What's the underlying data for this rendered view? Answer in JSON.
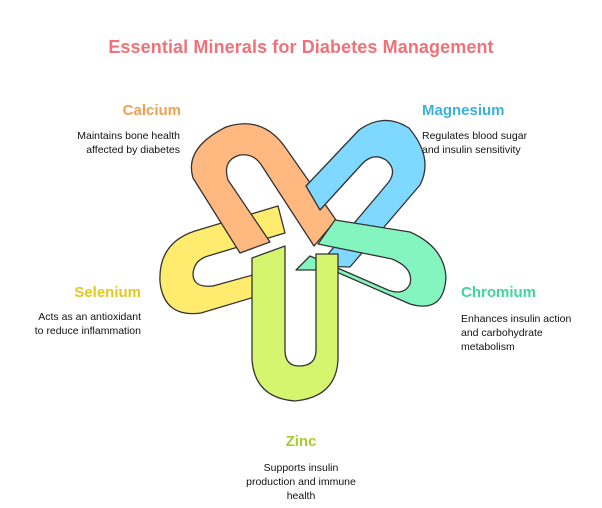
{
  "title": "Essential Minerals for Diabetes Management",
  "colors": {
    "title": "#F07178",
    "calcium": "#FFB980",
    "magnesium": "#7FD8FF",
    "chromium": "#85F5C0",
    "zinc": "#D6F56E",
    "selenium": "#FFEB6E",
    "calcium_text": "#F0A050",
    "magnesium_text": "#3BB0E0",
    "chromium_text": "#3ED69A",
    "zinc_text": "#A8CC2A",
    "selenium_text": "#E3C820",
    "outline": "#333333"
  },
  "minerals": {
    "calcium": {
      "name": "Calcium",
      "desc_line1": "Maintains bone health",
      "desc_line2": "affected by diabetes"
    },
    "magnesium": {
      "name": "Magnesium",
      "desc_line1": "Regulates blood sugar",
      "desc_line2": "and insulin sensitivity"
    },
    "chromium": {
      "name": "Chromium",
      "desc_line1": "Enhances insulin action",
      "desc_line2": "and carbohydrate",
      "desc_line3": "metabolism"
    },
    "zinc": {
      "name": "Zinc",
      "desc_line1": "Supports insulin",
      "desc_line2": "production and immune",
      "desc_line3": "health"
    },
    "selenium": {
      "name": "Selenium",
      "desc_line1": "Acts as an antioxidant",
      "desc_line2": "to reduce inflammation"
    }
  }
}
